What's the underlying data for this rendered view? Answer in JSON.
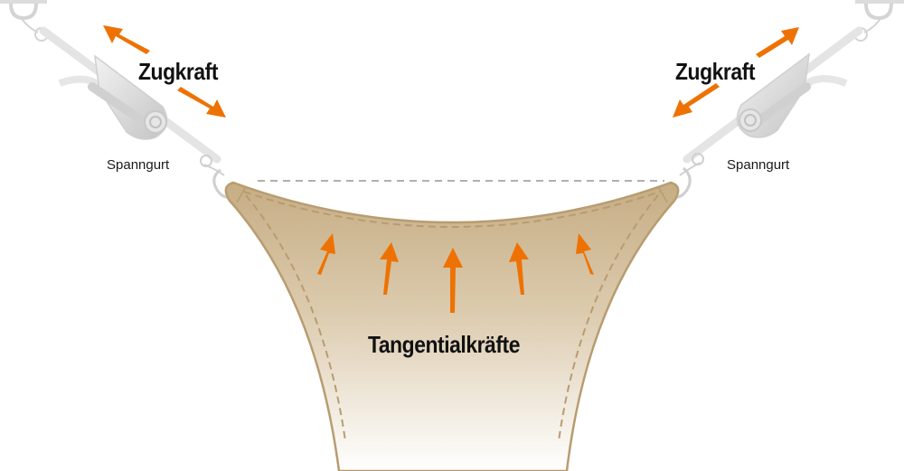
{
  "labels": {
    "pull_force_left": "Zugkraft",
    "pull_force_right": "Zugkraft",
    "strap_left": "Spanngurt",
    "strap_right": "Spanngurt",
    "tangential_forces": "Tangentialkräfte"
  },
  "colors": {
    "arrow": "#ee7203",
    "sail_fill_top": "#c6ad84",
    "sail_fill_bottom": "#ffffff",
    "sail_outline": "#b89c70",
    "seam": "#b89c70",
    "hardware": "#d8d8d8",
    "reference_line": "#b0b0b0"
  }
}
